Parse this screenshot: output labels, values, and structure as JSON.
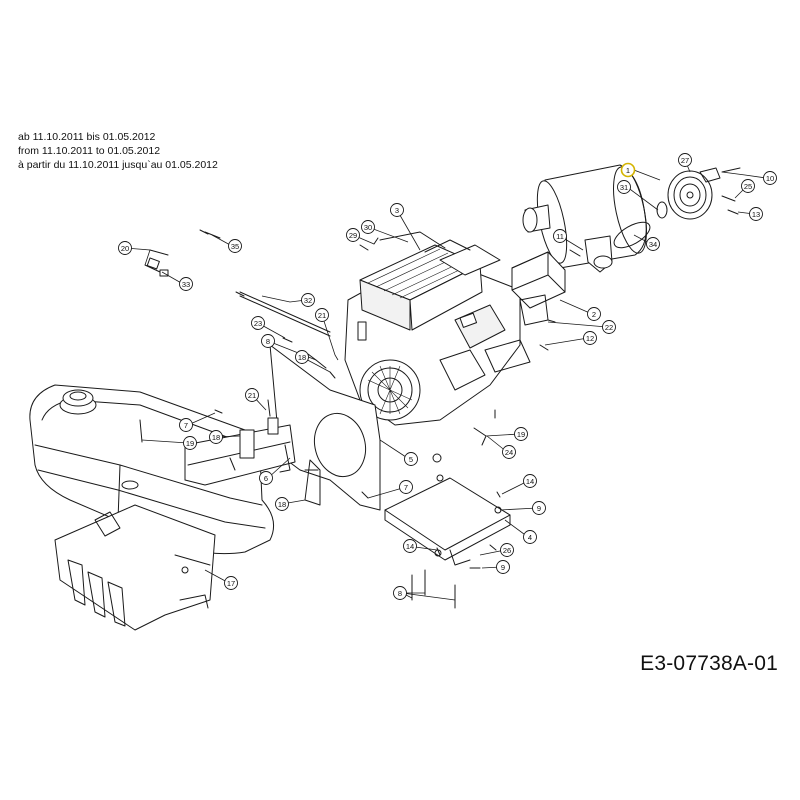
{
  "validity_notes": [
    "ab 11.10.2011 bis 01.05.2012",
    "from 11.10.2011 to 01.05.2012",
    "à partir du 11.10.2011 jusqu`au 01.05.2012"
  ],
  "drawing_id": "E3-07738A-01",
  "highlight_color": "#d4b400",
  "callouts": [
    {
      "id": "c1",
      "label": "1"
    },
    {
      "id": "c27",
      "label": "27"
    },
    {
      "id": "c10",
      "label": "10"
    },
    {
      "id": "c31",
      "label": "31"
    },
    {
      "id": "c25",
      "label": "25"
    },
    {
      "id": "c13",
      "label": "13"
    },
    {
      "id": "c3",
      "label": "3"
    },
    {
      "id": "c30",
      "label": "30"
    },
    {
      "id": "c29",
      "label": "29"
    },
    {
      "id": "c11",
      "label": "11"
    },
    {
      "id": "c34",
      "label": "34"
    },
    {
      "id": "c20",
      "label": "20"
    },
    {
      "id": "c35",
      "label": "35"
    },
    {
      "id": "c33",
      "label": "33"
    },
    {
      "id": "c32",
      "label": "32"
    },
    {
      "id": "c2",
      "label": "2"
    },
    {
      "id": "c22",
      "label": "22"
    },
    {
      "id": "c12",
      "label": "12"
    },
    {
      "id": "c23",
      "label": "23"
    },
    {
      "id": "c8a",
      "label": "8"
    },
    {
      "id": "c18a",
      "label": "18"
    },
    {
      "id": "c21a",
      "label": "21"
    },
    {
      "id": "c21b",
      "label": "21"
    },
    {
      "id": "c7a",
      "label": "7"
    },
    {
      "id": "c19a",
      "label": "19"
    },
    {
      "id": "c18b",
      "label": "18"
    },
    {
      "id": "c6",
      "label": "6"
    },
    {
      "id": "c5",
      "label": "5"
    },
    {
      "id": "c19b",
      "label": "19"
    },
    {
      "id": "c24",
      "label": "24"
    },
    {
      "id": "c7b",
      "label": "7"
    },
    {
      "id": "c18c",
      "label": "18"
    },
    {
      "id": "c14a",
      "label": "14"
    },
    {
      "id": "c9a",
      "label": "9"
    },
    {
      "id": "c4",
      "label": "4"
    },
    {
      "id": "c14b",
      "label": "14"
    },
    {
      "id": "c26",
      "label": "26"
    },
    {
      "id": "c9b",
      "label": "9"
    },
    {
      "id": "c8b",
      "label": "8"
    },
    {
      "id": "c17",
      "label": "17"
    }
  ]
}
